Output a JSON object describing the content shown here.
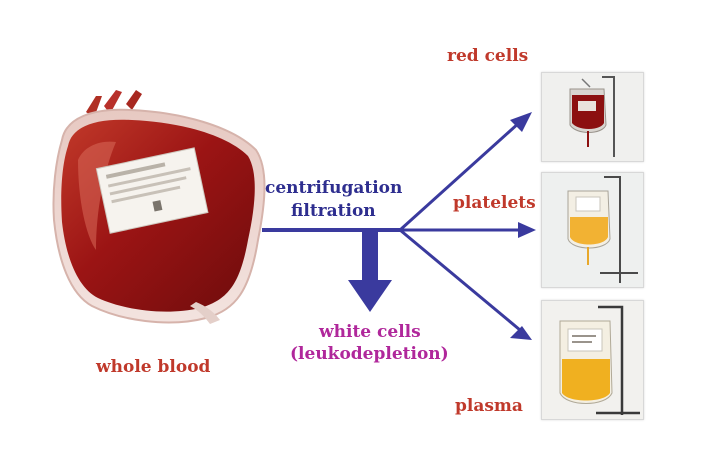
{
  "labels": {
    "whole_blood": "whole blood",
    "process_line1": "centrifugation",
    "process_line2": "filtration",
    "white_cells_line1": "white cells",
    "white_cells_line2": "(leukodepletion)",
    "red_cells": "red cells",
    "platelets": "platelets",
    "plasma": "plasma"
  },
  "colors": {
    "product_label": "#c0392b",
    "process_label": "#2e2e8f",
    "white_cells_label": "#b0279b",
    "arrow": "#3a3a9e",
    "blood": "#9b1414",
    "platelet_bag": "#f2b233",
    "plasma_bag": "#f0b020"
  }
}
